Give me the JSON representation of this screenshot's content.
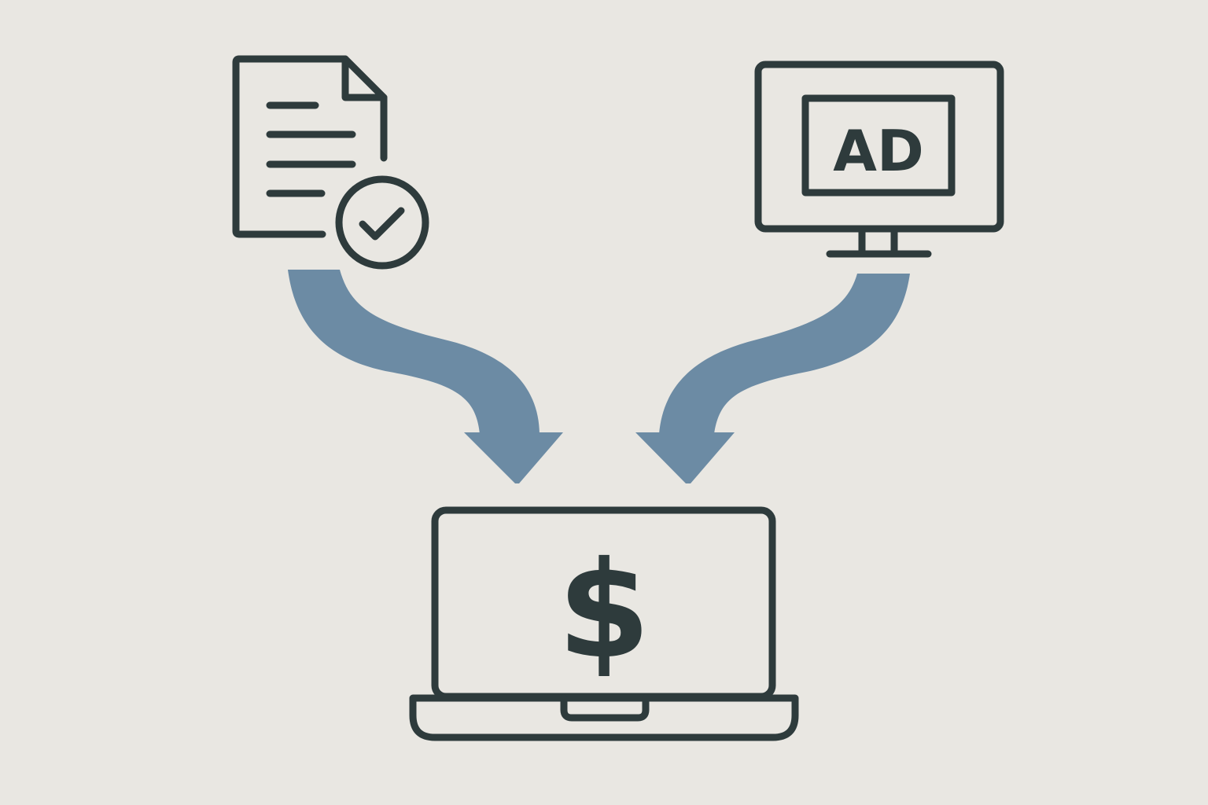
{
  "colors": {
    "background": "#e9e7e2",
    "ink": "#2e3b3c",
    "arrow": "#6c8ba4"
  },
  "nodes": {
    "document": {
      "icon": "document-check-icon"
    },
    "monitor": {
      "icon": "monitor-ad-icon",
      "label": "AD"
    },
    "laptop": {
      "icon": "laptop-dollar-icon",
      "label": "$"
    }
  },
  "edges": [
    {
      "from": "document",
      "to": "laptop",
      "icon": "curved-arrow-icon"
    },
    {
      "from": "monitor",
      "to": "laptop",
      "icon": "curved-arrow-icon"
    }
  ]
}
